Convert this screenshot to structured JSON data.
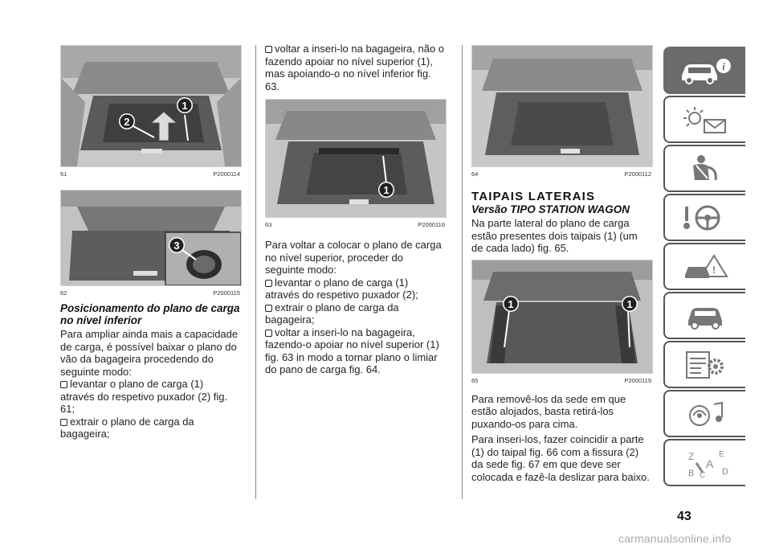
{
  "figures": {
    "fig61": {
      "num": "61",
      "code": "P2000114",
      "callouts": [
        "1",
        "2"
      ]
    },
    "fig62": {
      "num": "62",
      "code": "P2000115",
      "callouts": [
        "3"
      ]
    },
    "fig63": {
      "num": "63",
      "code": "P2000116",
      "callouts": [
        "1"
      ]
    },
    "fig64": {
      "num": "64",
      "code": "P2000112",
      "callouts": []
    },
    "fig65": {
      "num": "65",
      "code": "P2000119",
      "callouts": [
        "1",
        "1"
      ]
    }
  },
  "col1": {
    "heading": "Posicionamento do plano de carga no nível inferior",
    "intro": "Para ampliar ainda mais a capacidade de carga, é possível baixar o plano do vão da bagageira procedendo do seguinte modo:",
    "steps": [
      "levantar o plano de carga (1) através do respetivo puxador (2) fig. 61;",
      "extrair o plano de carga da bagageira;"
    ]
  },
  "col2": {
    "step_cont": "voltar a inseri-lo na bagageira, não o fazendo apoiar no nível superior (1), mas apoiando-o no nível inferior fig. 63.",
    "intro": "Para voltar a colocar o plano de carga no nível superior, proceder do seguinte modo:",
    "steps": [
      "levantar o plano de carga (1) através do respetivo puxador (2);",
      "extrair o plano de carga da bagageira;",
      "voltar a inseri-lo na bagageira, fazendo-o apoiar no nível superior (1) fig. 63 in modo a tornar plano o limiar do pano de carga fig. 64."
    ]
  },
  "col3": {
    "title": "TAIPAIS LATERAIS",
    "subtitle": "Versão TIPO STATION WAGON",
    "para1": "Na parte lateral do plano de carga estão presentes dois taipais (1) (um de cada lado) fig. 65.",
    "para2": "Para removê-los da sede em que estão alojados, basta retirá-los puxando-os para cima.",
    "para3": "Para inseri-los, fazer coincidir a parte (1) do taipal fig. 66 com a fissura (2) da sede fig. 67 em que deve ser colocada e fazê-la deslizar para baixo."
  },
  "sidebar": {
    "tabs": [
      {
        "icon": "car-info-icon",
        "active": true
      },
      {
        "icon": "warning-lights-icon",
        "active": false
      },
      {
        "icon": "seat-safety-icon",
        "active": false
      },
      {
        "icon": "steering-key-icon",
        "active": false
      },
      {
        "icon": "breakdown-warning-icon",
        "active": false
      },
      {
        "icon": "car-maintenance-icon",
        "active": false
      },
      {
        "icon": "specs-gear-icon",
        "active": false
      },
      {
        "icon": "multimedia-icon",
        "active": false
      },
      {
        "icon": "alphabet-index-icon",
        "active": false
      }
    ],
    "index_letters": {
      "z": "Z",
      "e": "E",
      "a": "A",
      "b": "B",
      "c": "C",
      "d": "D"
    }
  },
  "page_number": "43",
  "watermark": "carmanualsonline.info",
  "colors": {
    "tab_active": "#6b6b6b",
    "tab_border": "#555555",
    "text": "#222222"
  }
}
